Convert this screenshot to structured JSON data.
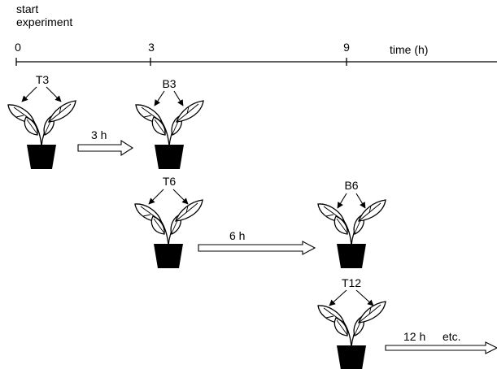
{
  "header": {
    "start_line1": "start",
    "start_line2": "experiment",
    "time_label": "time (h)"
  },
  "timeline": {
    "ticks": [
      "0",
      "3",
      "9"
    ]
  },
  "plants": {
    "t3": "T3",
    "b3": "B3",
    "t6": "T6",
    "b6": "B6",
    "t12": "T12"
  },
  "intervals": {
    "a": "3 h",
    "b": "6 h",
    "c": "12 h",
    "c_suffix": "etc."
  }
}
